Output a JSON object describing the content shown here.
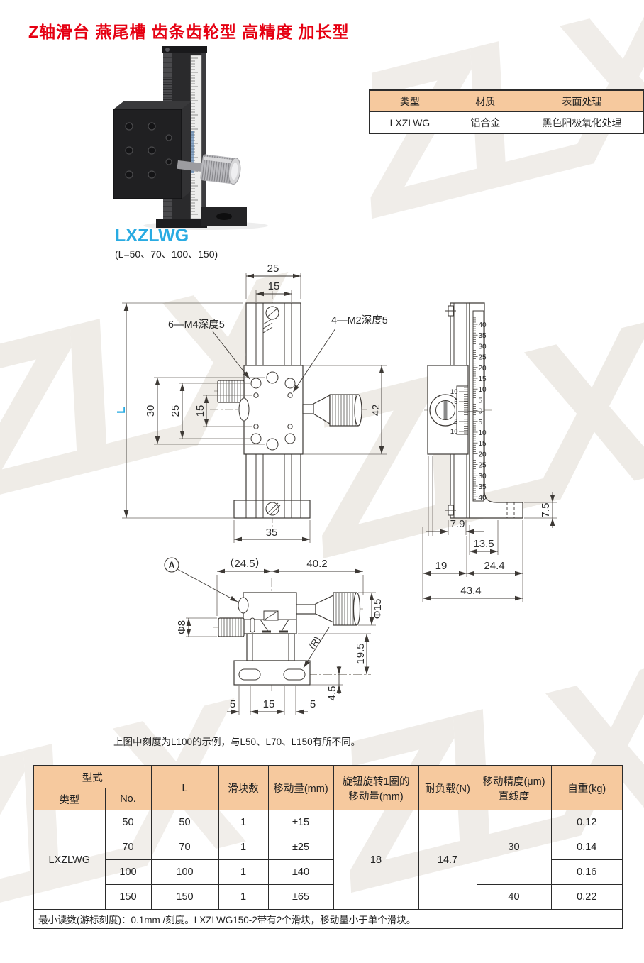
{
  "page": {
    "title": "Z轴滑台 燕尾槽 齿条齿轮型 高精度 加长型",
    "watermark": "ZLX"
  },
  "product": {
    "name": "LXZLWG",
    "length_options": "(L=50、70、100、150)"
  },
  "info_table": {
    "headers": [
      "类型",
      "材质",
      "表面处理"
    ],
    "row": [
      "LXZLWG",
      "铝合金",
      "黑色阳极氧化处理"
    ]
  },
  "drawings": {
    "note": "上图中刻度为L100的示例，与L50、L70、L150有所不同。",
    "front": {
      "dim_top_25": "25",
      "dim_top_15": "15",
      "dim_L": "L",
      "dim_30": "30",
      "dim_25": "25",
      "dim_15": "15",
      "dim_42": "42",
      "dim_35": "35",
      "label_m4": "6—M4深度5",
      "label_m2": "4—M2深度5"
    },
    "side": {
      "scale_numbers": [
        "40",
        "35",
        "30",
        "25",
        "20",
        "15",
        "10",
        "5",
        "0",
        "5",
        "10",
        "15",
        "20",
        "25",
        "30",
        "35",
        "40"
      ],
      "vernier_numbers": [
        "10",
        "5",
        "5",
        "10"
      ],
      "dim_7_5": "7.5",
      "dim_7_9": "7.9",
      "dim_13_5": "13.5",
      "dim_19": "19",
      "dim_24_4": "24.4",
      "dim_43_4": "43.4"
    },
    "bottom": {
      "balloon_a": "A",
      "label_r": "(R)",
      "dim_24_5": "（24.5）",
      "dim_40_2": "40.2",
      "dim_phi15": "Φ15",
      "dim_phi8": "Φ8",
      "dim_19_5": "19.5",
      "dim_4_5": "4.5",
      "dim_5_left": "5",
      "dim_15": "15",
      "dim_5_right": "5"
    }
  },
  "spec_table": {
    "headers": {
      "model_group": "型式",
      "type": "类型",
      "no": "No.",
      "l": "L",
      "sliders": "滑块数",
      "travel": "移动量(mm)",
      "per_turn_line1": "旋钮旋转1圈的",
      "per_turn_line2": "移动量(mm)",
      "load": "耐负载(N)",
      "accuracy_line1": "移动精度(μm)",
      "accuracy_line2": "直线度",
      "weight": "自重(kg)"
    },
    "type_value": "LXZLWG",
    "rows": [
      {
        "no": "50",
        "l": "50",
        "sliders": "1",
        "travel": "±15",
        "weight": "0.12"
      },
      {
        "no": "70",
        "l": "70",
        "sliders": "1",
        "travel": "±25",
        "weight": "0.14"
      },
      {
        "no": "100",
        "l": "100",
        "sliders": "1",
        "travel": "±40",
        "weight": "0.16"
      },
      {
        "no": "150",
        "l": "150",
        "sliders": "1",
        "travel": "±65",
        "weight": "0.22"
      }
    ],
    "per_turn_value": "18",
    "load_value": "14.7",
    "accuracy_top": "30",
    "accuracy_bottom": "40",
    "footnote": "最小读数(游标刻度)：0.1mm /刻度。LXZLWG150-2带有2个滑块，移动量小于单个滑块。"
  }
}
